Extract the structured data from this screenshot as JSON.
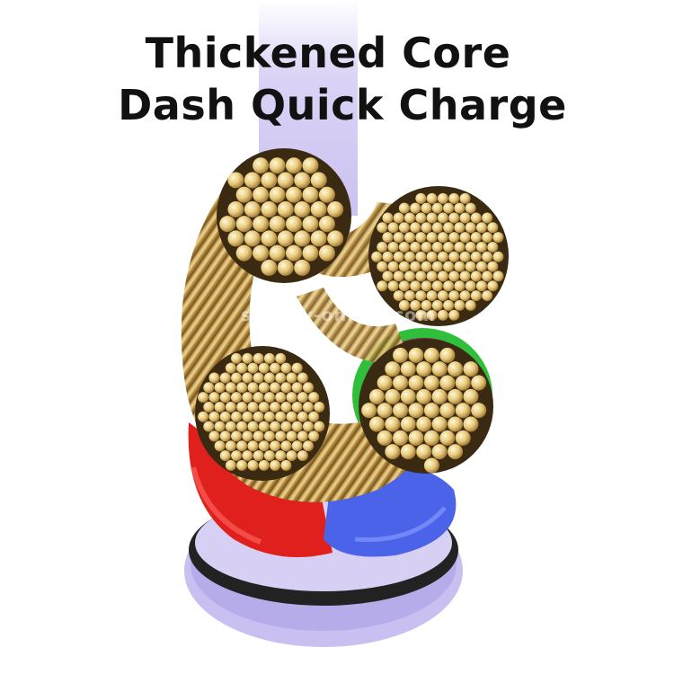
{
  "headline": {
    "line1": "Thickened Core",
    "line2": "Dash Quick Charge"
  },
  "watermark": "sunsky-online.com",
  "colors": {
    "background": "#ffffff",
    "text": "#111111",
    "copper_light": "#f6e7a6",
    "copper_mid": "#dcb865",
    "copper_dark": "#9a6d2c",
    "jacket_purple": "#c9bff0",
    "insulation_red": "#e0201c",
    "insulation_blue": "#4a63e8",
    "insulation_green": "#2fbf3a",
    "insulation_black": "#222222"
  },
  "image": {
    "subject": "cable-cross-section",
    "strand_bundles": 4
  }
}
